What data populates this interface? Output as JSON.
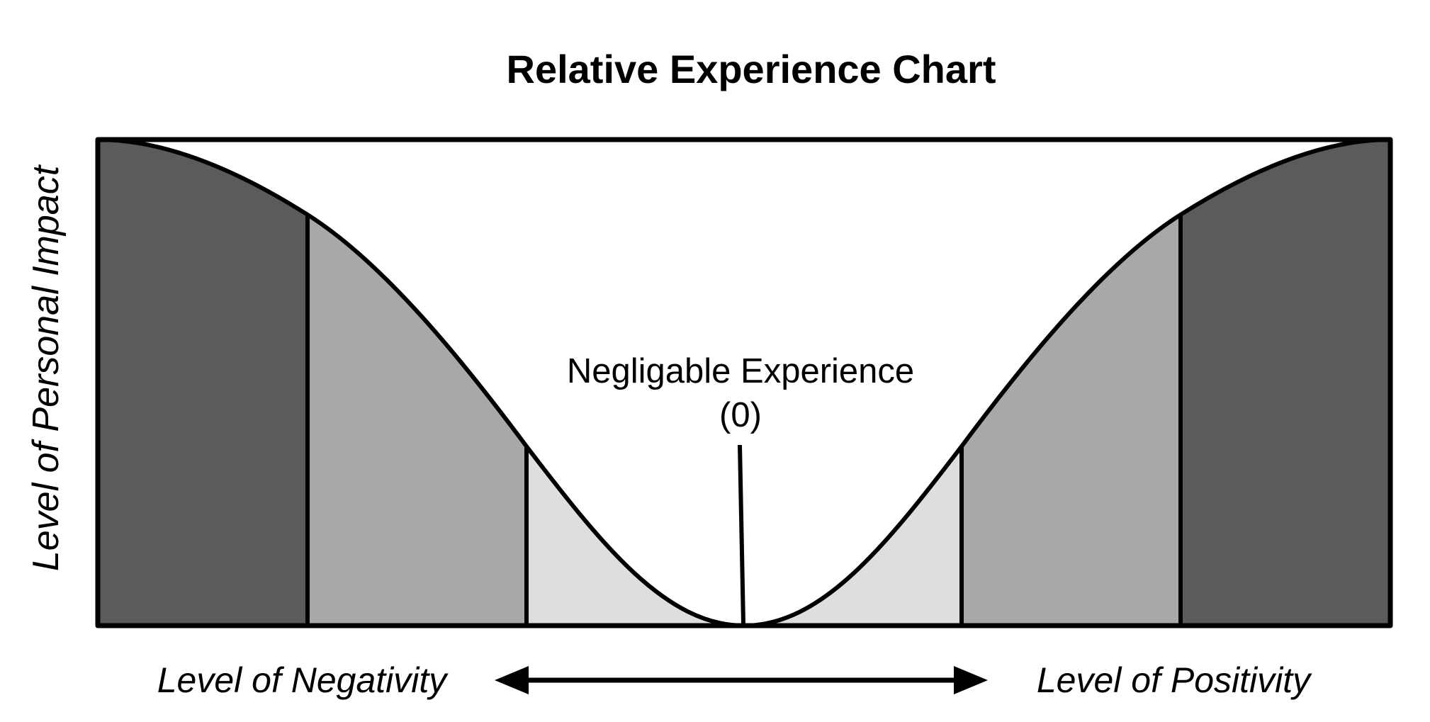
{
  "title": "Relative Experience Chart",
  "y_axis_label": "Level of Personal Impact",
  "x_axis": {
    "left_label": "Level of Negativity",
    "right_label": "Level of Positivity"
  },
  "center_annotation": {
    "line1": "Negligable Experience",
    "line2": "(0)"
  },
  "colors": {
    "outer_band": "#5b5b5b",
    "middle_band": "#a8a8a8",
    "inner_band": "#dedede",
    "background": "#ffffff",
    "stroke": "#000000"
  }
}
